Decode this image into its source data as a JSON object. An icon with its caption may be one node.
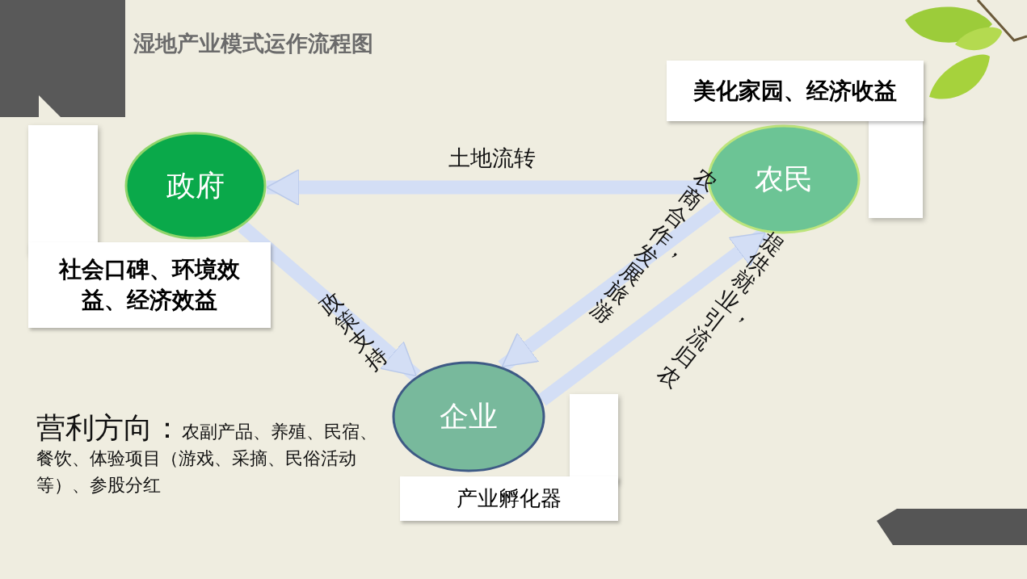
{
  "diagram": {
    "title": "湿地产业模式运作流程图",
    "nodes": [
      {
        "text": [
          "政府"
        ]
      },
      {
        "text": [
          "农民"
        ]
      },
      {
        "text": [
          "企业"
        ]
      },
      {
        "text": [
          "社会口碑、环境效益、经济效益"
        ]
      },
      {
        "text": [
          "美化家园、经济收益"
        ]
      },
      {
        "text": [
          "产业孵化器"
        ]
      }
    ],
    "edges": [
      {
        "from": 1,
        "to": 0,
        "arrow": "to",
        "label": "土地流转"
      },
      {
        "from": 0,
        "to": 2,
        "arrow": "to",
        "label": "政策支持"
      },
      {
        "from": 1,
        "to": 2,
        "arrow": "to",
        "label": "农商合作，发展旅游"
      },
      {
        "from": 2,
        "to": 1,
        "arrow": "to",
        "label": "提供就业，引流归农"
      }
    ],
    "labels": [
      "营利方向：",
      "农副产品、养殖、民宿、餐饮、体验项目（游戏、采摘、民俗活动等）、参股分红"
    ]
  }
}
